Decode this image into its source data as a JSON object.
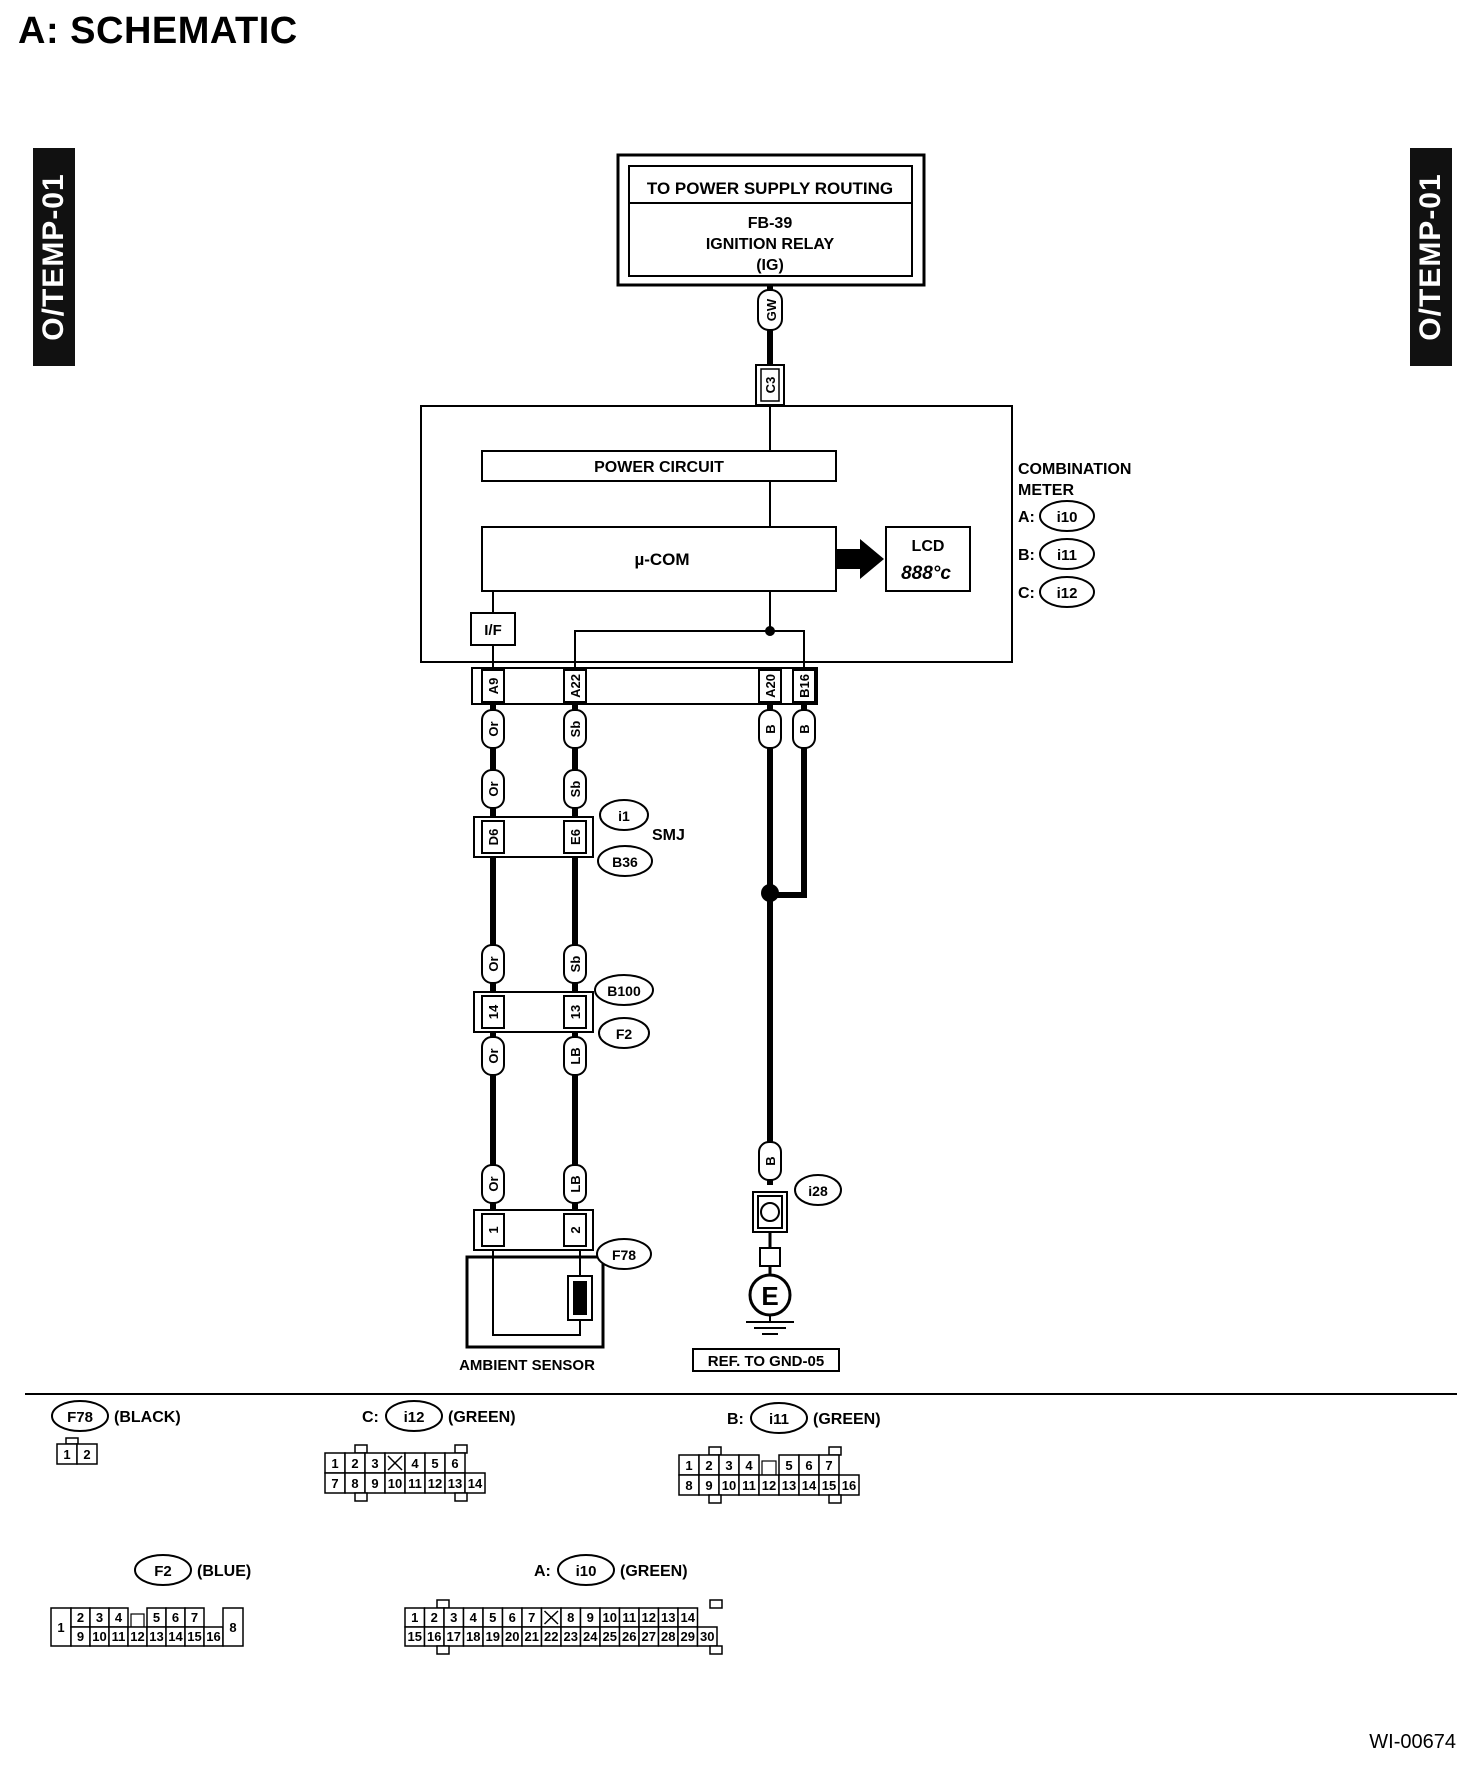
{
  "section_title": "A:  SCHEMATIC",
  "side_tab": "O/TEMP-01",
  "doc_id": "WI-00674",
  "power_box": {
    "header": "TO POWER SUPPLY ROUTING",
    "fuse": "FB-39",
    "relay": "IGNITION RELAY",
    "mode": "(IG)"
  },
  "wire_labels": {
    "gw": "GW",
    "or": "Or",
    "sb": "Sb",
    "b": "B",
    "lb": "LB"
  },
  "connectors": {
    "c3": "C3",
    "a9": "A9",
    "a22": "A22",
    "a20": "A20",
    "b16": "B16",
    "d6": "D6",
    "e6": "E6",
    "p14": "14",
    "p13": "13",
    "p1": "1",
    "p2": "2"
  },
  "meter": {
    "power_circuit": "POWER CIRCUIT",
    "ucom": "µ-COM",
    "lcd": "LCD",
    "lcd_display": "888°c",
    "if": "I/F",
    "name_line1": "COMBINATION",
    "name_line2": "METER",
    "conn_a_prefix": "A:",
    "conn_a": "i10",
    "conn_b_prefix": "B:",
    "conn_b": "i11",
    "conn_c_prefix": "C:",
    "conn_c": "i12"
  },
  "junction_labels": {
    "i1": "i1",
    "smj": "SMJ",
    "b36": "B36",
    "b100": "B100",
    "f2": "F2",
    "f78": "F78",
    "i28": "i28"
  },
  "ambient_sensor": "AMBIENT SENSOR",
  "ground": {
    "symbol": "E",
    "ref": "REF. TO GND-05"
  },
  "connector_views": {
    "f78": {
      "id": "F78",
      "color": "(BLACK)",
      "pins": [
        "1",
        "2"
      ]
    },
    "i12": {
      "prefix": "C:",
      "id": "i12",
      "color": "(GREEN)",
      "top": [
        "1",
        "2",
        "3",
        "X",
        "4",
        "5",
        "6"
      ],
      "bottom": [
        "7",
        "8",
        "9",
        "10",
        "11",
        "12",
        "13",
        "14"
      ]
    },
    "i11": {
      "prefix": "B:",
      "id": "i11",
      "color": "(GREEN)",
      "top": [
        "1",
        "2",
        "3",
        "4",
        "",
        "5",
        "6",
        "7"
      ],
      "bottom": [
        "8",
        "9",
        "10",
        "11",
        "12",
        "13",
        "14",
        "15",
        "16"
      ]
    },
    "f2": {
      "id": "F2",
      "color": "(BLUE)",
      "left": "1",
      "right": "8",
      "top": [
        "2",
        "3",
        "4",
        "",
        "5",
        "6",
        "7"
      ],
      "bottom": [
        "9",
        "10",
        "11",
        "12",
        "13",
        "14",
        "15",
        "16"
      ]
    },
    "i10": {
      "prefix": "A:",
      "id": "i10",
      "color": "(GREEN)",
      "top": [
        "1",
        "2",
        "3",
        "4",
        "5",
        "6",
        "7",
        "X",
        "8",
        "9",
        "10",
        "11",
        "12",
        "13",
        "14"
      ],
      "bottom": [
        "15",
        "16",
        "17",
        "18",
        "19",
        "20",
        "21",
        "22",
        "23",
        "24",
        "25",
        "26",
        "27",
        "28",
        "29",
        "30"
      ]
    }
  }
}
